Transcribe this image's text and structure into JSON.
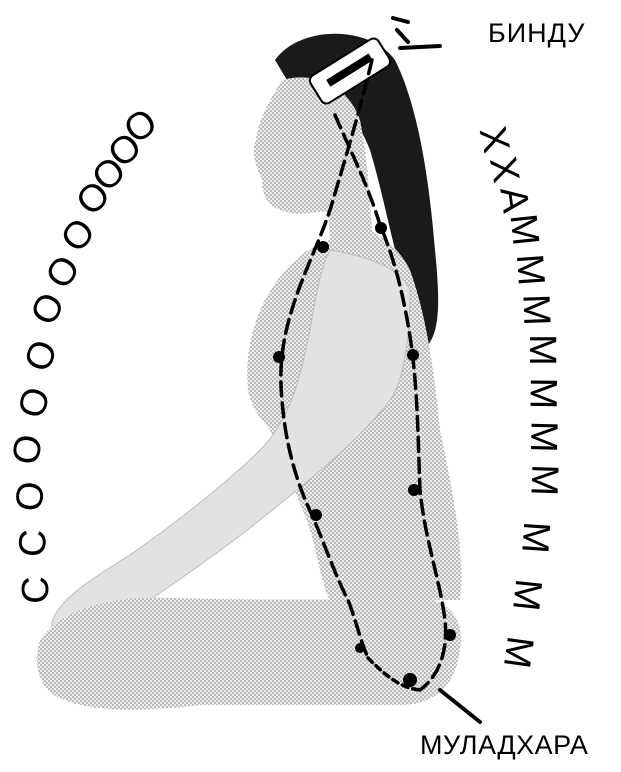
{
  "labels": {
    "top": "БИНДУ",
    "bottom": "МУЛАДХАРА"
  },
  "left_arc_text": "ССООООООООООО",
  "right_arc_text": "ХХАММММММММММ",
  "figure": {
    "description_icon": "meditating-woman-figure"
  },
  "colors": {
    "ink": "#000000",
    "skin": "#d8d8d8",
    "hair": "#1a1a1a"
  }
}
